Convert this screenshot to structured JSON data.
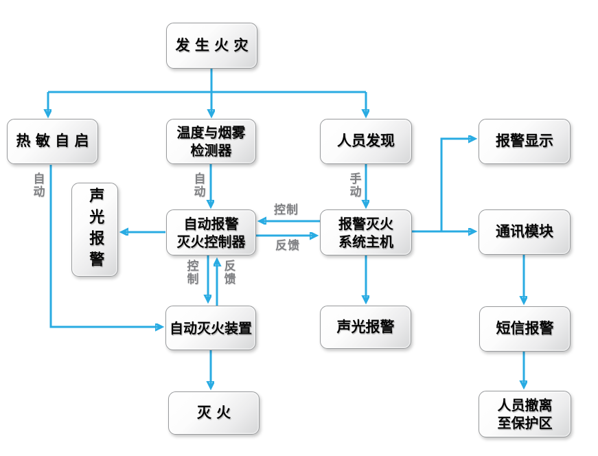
{
  "diagram_type": "flowchart",
  "colors": {
    "arrow": "#29ABE2",
    "edge_label_text": "#808184",
    "node_border": "#97999b",
    "node_text": "#060606",
    "background": "#ffffff"
  },
  "nodes": {
    "fire": {
      "label": "发 生 火 灾"
    },
    "thermal": {
      "label": "热 敏 自 启"
    },
    "detector": {
      "line1": "温度与烟雾",
      "line2": "检测器"
    },
    "person": {
      "label": "人员发现"
    },
    "alarm_display": {
      "label": "报警显示"
    },
    "sound_light_left": {
      "label": "声光报警"
    },
    "controller": {
      "line1": "自动报警",
      "line2": "灭火控制器"
    },
    "host": {
      "line1": "报警灭火",
      "line2": "系统主机"
    },
    "comm": {
      "label": "通讯模块"
    },
    "extinguish_device": {
      "label": "自动灭火装置"
    },
    "sound_light_bottom": {
      "label": "声光报警"
    },
    "sms": {
      "label": "短信报警"
    },
    "extinguish": {
      "label": "灭 火"
    },
    "evacuate": {
      "line1": "人员撤离",
      "line2": "至保护区"
    }
  },
  "edge_labels": {
    "auto_left": "自动",
    "auto_mid": "自动",
    "manual": "手动",
    "control_h": "控制",
    "feedback_h": "反馈",
    "control_v": "控制",
    "feedback_v": "反馈"
  }
}
